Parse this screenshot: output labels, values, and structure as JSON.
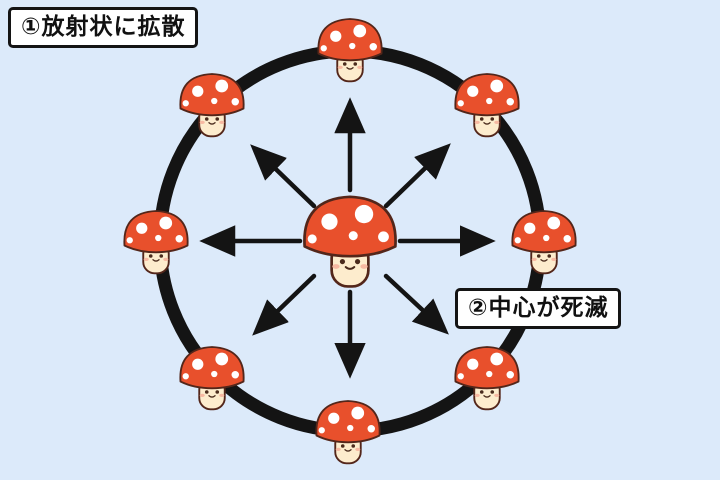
{
  "labels": {
    "step1": "①放射状に拡散",
    "step2": "②中心が死滅"
  },
  "colors": {
    "background": "#dceafa",
    "ring": "#141414",
    "arrow": "#141414",
    "label_background": "#ffffff",
    "label_border": "#141414",
    "label_text": "#111111",
    "mushroom_cap": "#e8502c",
    "mushroom_spots": "#ffffff",
    "mushroom_stem": "#fdeccd",
    "mushroom_outline": "#53261a"
  },
  "diagram": {
    "center_item": "mushroom",
    "ring_mushroom_count": 8,
    "arrow_count": 8,
    "arrow_directions": [
      "up",
      "up-right",
      "right",
      "down-right",
      "down",
      "down-left",
      "left",
      "up-left"
    ]
  }
}
